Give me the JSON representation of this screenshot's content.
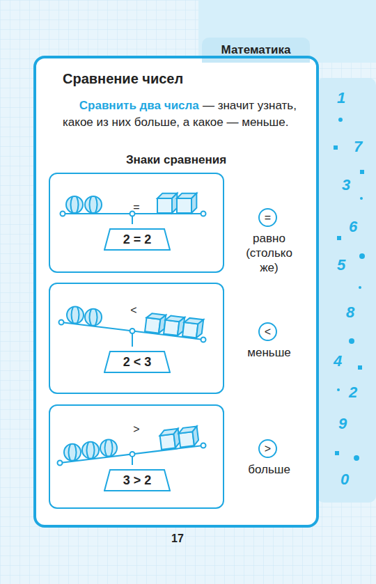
{
  "diagram": {
    "title": "Сравнение чисел",
    "nodes": [
      {
        "text": [
          "Математика"
        ]
      },
      {
        "text": [
          "Сравнение чисел",
          "Сравнить два числа",
          "— значит узнать, какое из них больше, а какое — меньше.",
          "Знаки сравнения"
        ]
      },
      {
        "text": [
          "="
        ],
        "in": 1
      },
      {
        "text": [
          "2 = 2"
        ],
        "in": 2
      },
      {
        "text": [
          "=",
          "равно (столько же)"
        ],
        "in": 1
      },
      {
        "text": [
          "<"
        ],
        "in": 1
      },
      {
        "text": [
          "2 < 3"
        ],
        "in": 5
      },
      {
        "text": [
          "<",
          "меньше"
        ],
        "in": 1
      },
      {
        "text": [
          ">"
        ],
        "in": 1
      },
      {
        "text": [
          "3 > 2"
        ],
        "in": 8
      },
      {
        "text": [
          ">",
          "больше"
        ],
        "in": 1
      }
    ],
    "labels": [
      "17",
      "1",
      "7",
      "3",
      "6",
      "5",
      "8",
      "4",
      "2",
      "9",
      "0"
    ]
  }
}
